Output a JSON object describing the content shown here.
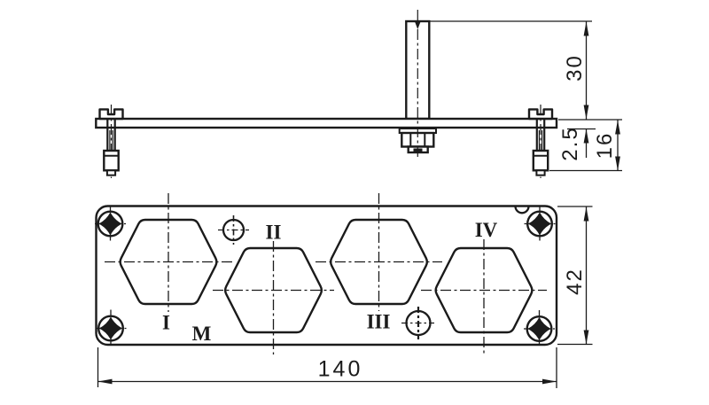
{
  "drawing": {
    "background_color": "#ffffff",
    "line_color": "#1b1b1b",
    "dimensions": {
      "stud_height": "30",
      "plate_thickness": "2.5",
      "screw_protrusion": "16",
      "plate_length": "140",
      "plate_width": "42"
    },
    "cavity_labels": {
      "cavity_1": "I",
      "cavity_2": "II",
      "cavity_3": "III",
      "cavity_4": "IV",
      "marking": "M"
    }
  }
}
